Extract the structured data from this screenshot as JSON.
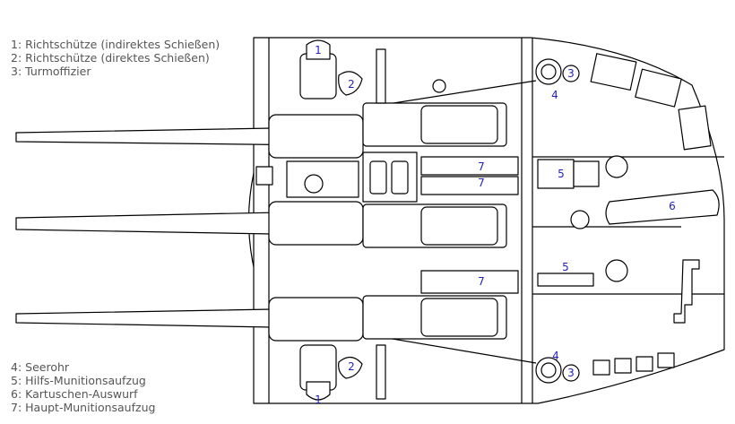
{
  "legend_top": [
    "1: Richtschütze (indirektes Schießen)",
    "2: Richtschütze (direktes Schießen)",
    "3: Turmoffizier"
  ],
  "legend_bottom": [
    "4: Seerohr",
    "5: Hilfs-Munitionsaufzug",
    "6: Kartuschen-Auswurf",
    "7: Haupt-Munitionsaufzug"
  ],
  "markers": {
    "m1_top": "1",
    "m2_top": "2",
    "m3_top": "3",
    "m4_top": "4",
    "m5_upper": "5",
    "m6": "6",
    "m7_a": "7",
    "m7_b": "7",
    "m5_lower": "5",
    "m7_c": "7",
    "m4_bottom": "4",
    "m3_bottom": "3",
    "m2_bottom": "2",
    "m1_bottom": "1"
  },
  "colors": {
    "line": "#000000",
    "fill": "#ffffff",
    "marker": "#2222bb",
    "legend_text": "#555555"
  }
}
